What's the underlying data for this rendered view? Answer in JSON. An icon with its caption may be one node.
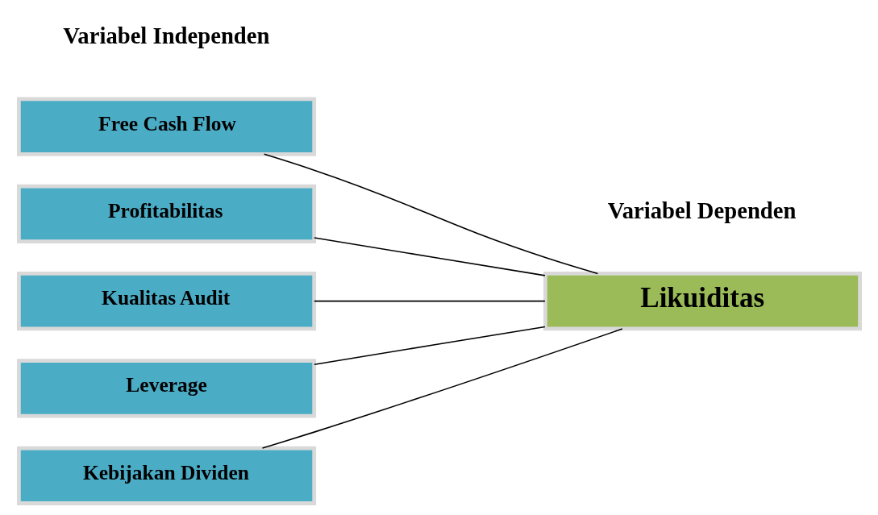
{
  "diagram": {
    "nodes": [
      {
        "text": [
          "Free Cash Flow"
        ]
      },
      {
        "text": [
          "Profitabilitas"
        ]
      },
      {
        "text": [
          "Kualitas Audit"
        ]
      },
      {
        "text": [
          "Leverage"
        ]
      },
      {
        "text": [
          "Kebijakan Dividen"
        ]
      },
      {
        "text": [
          "Likuiditas"
        ]
      }
    ],
    "edges": [
      {
        "from": 0,
        "to": 5,
        "arrow": "none"
      },
      {
        "from": 1,
        "to": 5,
        "arrow": "none"
      },
      {
        "from": 2,
        "to": 5,
        "arrow": "none"
      },
      {
        "from": 3,
        "to": 5,
        "arrow": "none"
      },
      {
        "from": 4,
        "to": 5,
        "arrow": "none"
      }
    ],
    "labels": [
      "Variabel Independen",
      "Variabel Dependen"
    ]
  }
}
